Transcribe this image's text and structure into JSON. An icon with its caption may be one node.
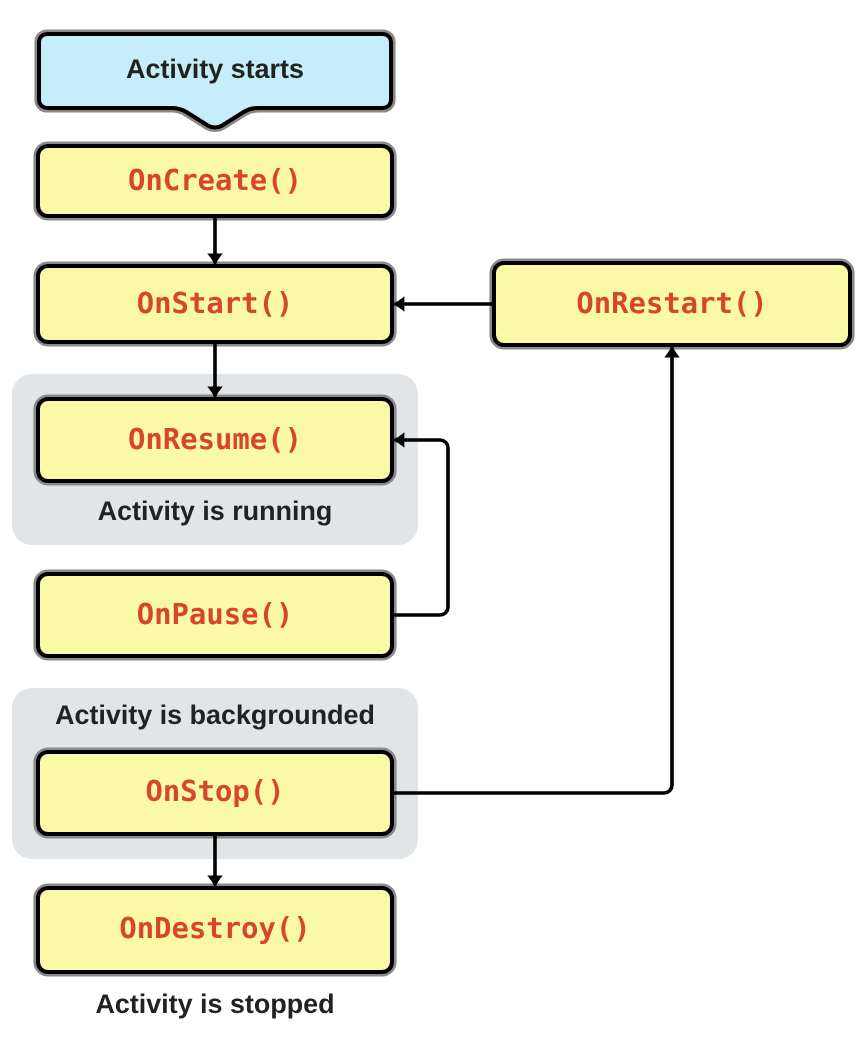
{
  "diagram": {
    "nodes": [
      {
        "text": [
          "Activity starts"
        ]
      },
      {
        "text": [
          "OnCreate()"
        ]
      },
      {
        "text": [
          "OnStart()"
        ]
      },
      {
        "text": [
          "OnRestart()"
        ]
      },
      {
        "text": [
          "Activity is running"
        ]
      },
      {
        "text": [
          "OnResume()"
        ],
        "in": 4
      },
      {
        "text": [
          "OnPause()"
        ]
      },
      {
        "text": [
          "Activity is backgrounded"
        ]
      },
      {
        "text": [
          "OnStop()"
        ],
        "in": 7
      },
      {
        "text": [
          "OnDestroy()"
        ],
        "beside": [
          "Activity is stopped"
        ]
      }
    ],
    "edges": [
      {
        "from": 1,
        "to": 2,
        "arrow": "to"
      },
      {
        "from": 3,
        "to": 2,
        "arrow": "to"
      },
      {
        "from": 2,
        "to": 5,
        "arrow": "to"
      },
      {
        "from": 6,
        "to": 5,
        "arrow": "to"
      },
      {
        "from": 8,
        "to": 3,
        "arrow": "to"
      },
      {
        "from": 8,
        "to": 9,
        "arrow": "to"
      }
    ]
  }
}
